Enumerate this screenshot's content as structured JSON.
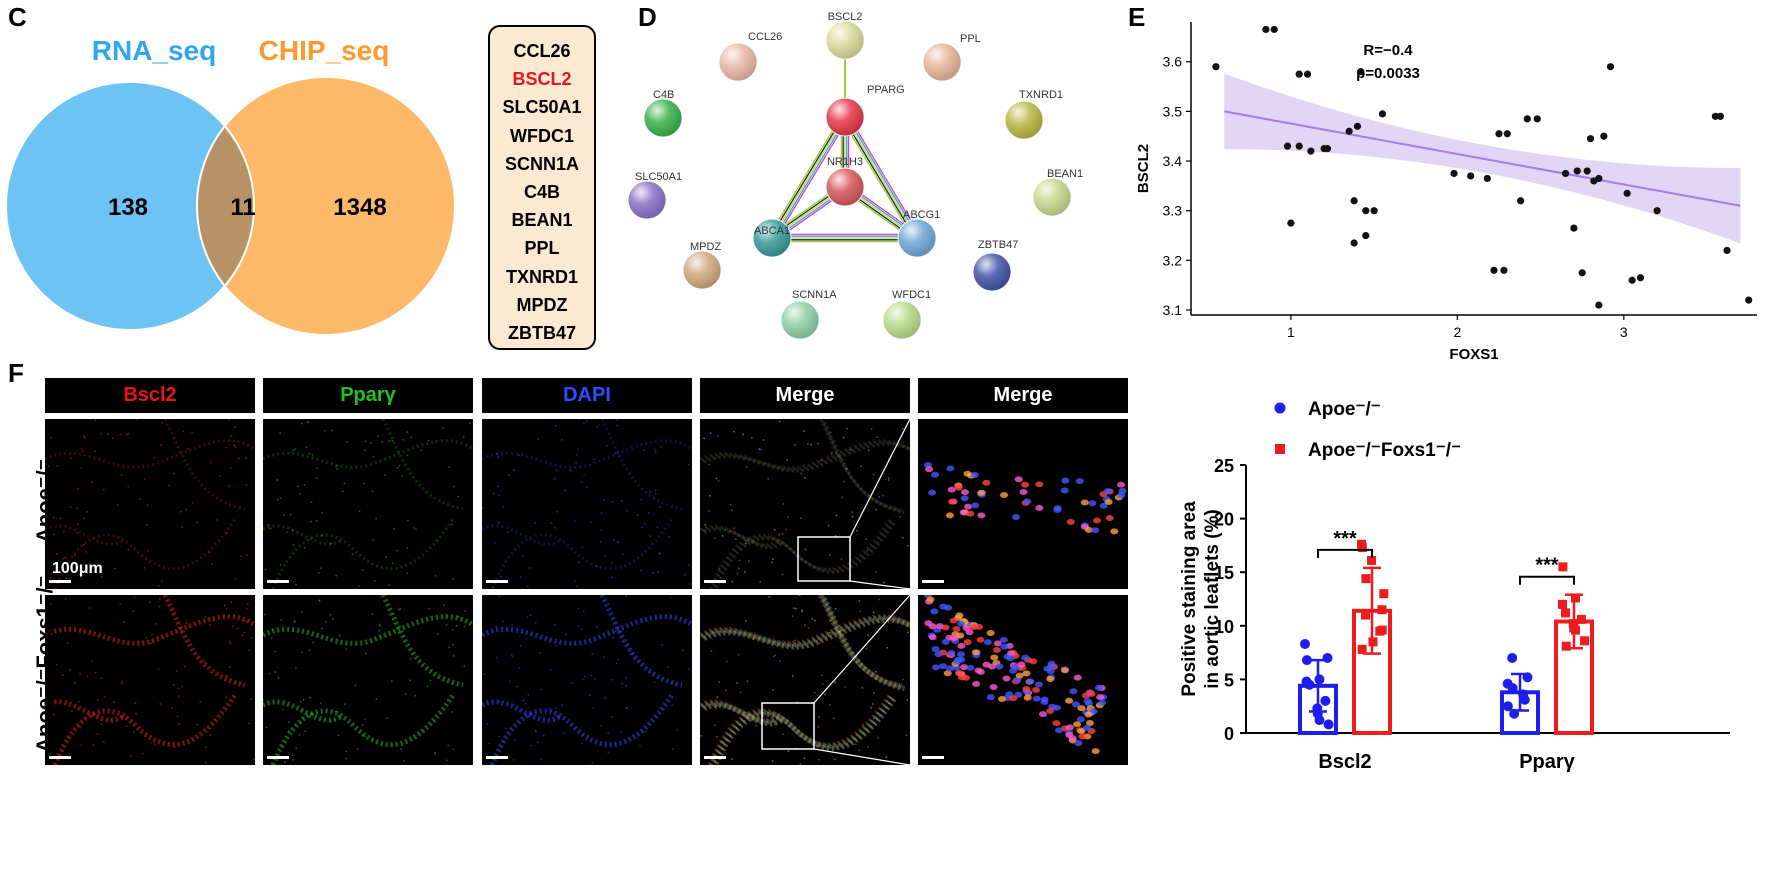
{
  "panels": {
    "c": "C",
    "d": "D",
    "e": "E",
    "f": "F"
  },
  "venn": {
    "left_label": "RNA_seq",
    "right_label": "CHIP_seq",
    "left_only": "138",
    "overlap": "11",
    "right_only": "1348",
    "left_color": "#6ec3f5",
    "right_color": "#fdb968",
    "overlap_color": "#b79267"
  },
  "gene_list": [
    {
      "name": "CCL26",
      "color": "#000000"
    },
    {
      "name": "BSCL2",
      "color": "#e8141c"
    },
    {
      "name": "SLC50A1",
      "color": "#000000"
    },
    {
      "name": "WFDC1",
      "color": "#000000"
    },
    {
      "name": "SCNN1A",
      "color": "#000000"
    },
    {
      "name": "C4B",
      "color": "#000000"
    },
    {
      "name": "BEAN1",
      "color": "#000000"
    },
    {
      "name": "PPL",
      "color": "#000000"
    },
    {
      "name": "TXNRD1",
      "color": "#000000"
    },
    {
      "name": "MPDZ",
      "color": "#000000"
    },
    {
      "name": "ZBTB47",
      "color": "#000000"
    }
  ],
  "network": {
    "nodes": [
      "BSCL2",
      "PPL",
      "CCL26",
      "PPARG",
      "C4B",
      "TXNRD1",
      "NR1H3",
      "BEAN1",
      "SLC50A1",
      "ABCA1",
      "ABCG1",
      "ZBTB47",
      "MPDZ",
      "SCNN1A",
      "WFDC1"
    ]
  },
  "scatter": {
    "r_text": "R=−0.4",
    "p_text": "p=0.0033",
    "xlabel": "FOXS1",
    "ylabel": "BSCL2",
    "xticks": [
      "1",
      "2",
      "3"
    ],
    "yticks": [
      "3.1",
      "3.2",
      "3.3",
      "3.4",
      "3.5",
      "3.6"
    ]
  },
  "microscopy": {
    "columns": [
      {
        "label": "Bscl2",
        "color": "#e8141c"
      },
      {
        "label": "Pparγ",
        "color": "#1fc41f"
      },
      {
        "label": "DAPI",
        "color": "#2f4cff"
      },
      {
        "label": "Merge",
        "color": "#ffffff"
      },
      {
        "label": "Merge",
        "color": "#ffffff"
      }
    ],
    "row1_label": "Apoe⁻/⁻",
    "row2_label": "Apoe⁻/⁻Foxs1⁻/⁻",
    "scale_label": "100μm"
  },
  "legend": {
    "item1": "Apoe⁻/⁻",
    "item2": "Apoe⁻/⁻Foxs1⁻/⁻",
    "item1_color": "#1d1df0",
    "item2_color": "#ee1c1c"
  },
  "chart_data": [
    {
      "type": "scatter",
      "xlabel": "FOXS1",
      "ylabel": "BSCL2",
      "xlim": [
        0.4,
        3.8
      ],
      "ylim": [
        3.09,
        3.68
      ],
      "annotation": [
        "R=−0.4",
        "p=0.0033"
      ],
      "fit_line": {
        "x": [
          0.6,
          3.7
        ],
        "y": [
          3.5,
          3.31
        ]
      },
      "x": [
        0.55,
        0.85,
        0.9,
        0.98,
        1.0,
        1.05,
        1.05,
        1.1,
        1.12,
        1.2,
        1.22,
        1.35,
        1.38,
        1.38,
        1.4,
        1.42,
        1.45,
        1.45,
        1.5,
        1.55,
        1.98,
        2.08,
        2.18,
        2.22,
        2.25,
        2.28,
        2.3,
        2.38,
        2.42,
        2.48,
        2.65,
        2.7,
        2.72,
        2.75,
        2.78,
        2.8,
        2.82,
        2.85,
        2.85,
        2.88,
        2.92,
        3.02,
        3.05,
        3.1,
        3.2,
        3.55,
        3.58,
        3.62,
        3.75
      ],
      "y": [
        3.59,
        3.665,
        3.665,
        3.43,
        3.275,
        3.43,
        3.575,
        3.575,
        3.42,
        3.425,
        3.425,
        3.46,
        3.235,
        3.32,
        3.47,
        3.58,
        3.25,
        3.3,
        3.3,
        3.495,
        3.375,
        3.37,
        3.365,
        3.18,
        3.455,
        3.18,
        3.455,
        3.32,
        3.485,
        3.485,
        3.375,
        3.265,
        3.38,
        3.175,
        3.38,
        3.445,
        3.36,
        3.11,
        3.365,
        3.45,
        3.59,
        3.335,
        3.16,
        3.165,
        3.3,
        3.49,
        3.49,
        3.22,
        3.12
      ]
    },
    {
      "type": "bar",
      "categories": [
        "Bscl2",
        "Pparγ"
      ],
      "ylabel": "Positive staining area in aortic leaflets (%)",
      "ylim": [
        0,
        25
      ],
      "yticks": [
        0,
        5,
        10,
        15,
        20,
        25
      ],
      "series": [
        {
          "name": "Apoe⁻/⁻",
          "values": [
            4.4,
            3.8
          ],
          "sd": [
            2.4,
            1.7
          ],
          "points": [
            [
              8.3,
              7.0,
              6.8,
              5.0,
              4.8,
              4.5,
              3.0,
              2.3,
              1.8,
              1.2,
              0.8
            ],
            [
              7.0,
              5.2,
              4.6,
              4.2,
              3.6,
              3.1,
              2.5,
              1.8
            ]
          ]
        },
        {
          "name": "Apoe⁻/⁻Foxs1⁻/⁻",
          "values": [
            11.4,
            10.4
          ],
          "sd": [
            4.0,
            2.5
          ],
          "points": [
            [
              17.6,
              17.3,
              16.1,
              14.4,
              13.0,
              11.5,
              11.0,
              9.6,
              9.5,
              8.5,
              7.8
            ],
            [
              15.5,
              12.6,
              12.0,
              11.2,
              10.6,
              10.2,
              9.8,
              9.6,
              8.6,
              8.1
            ]
          ]
        }
      ],
      "significance": [
        "***",
        "***"
      ]
    }
  ]
}
